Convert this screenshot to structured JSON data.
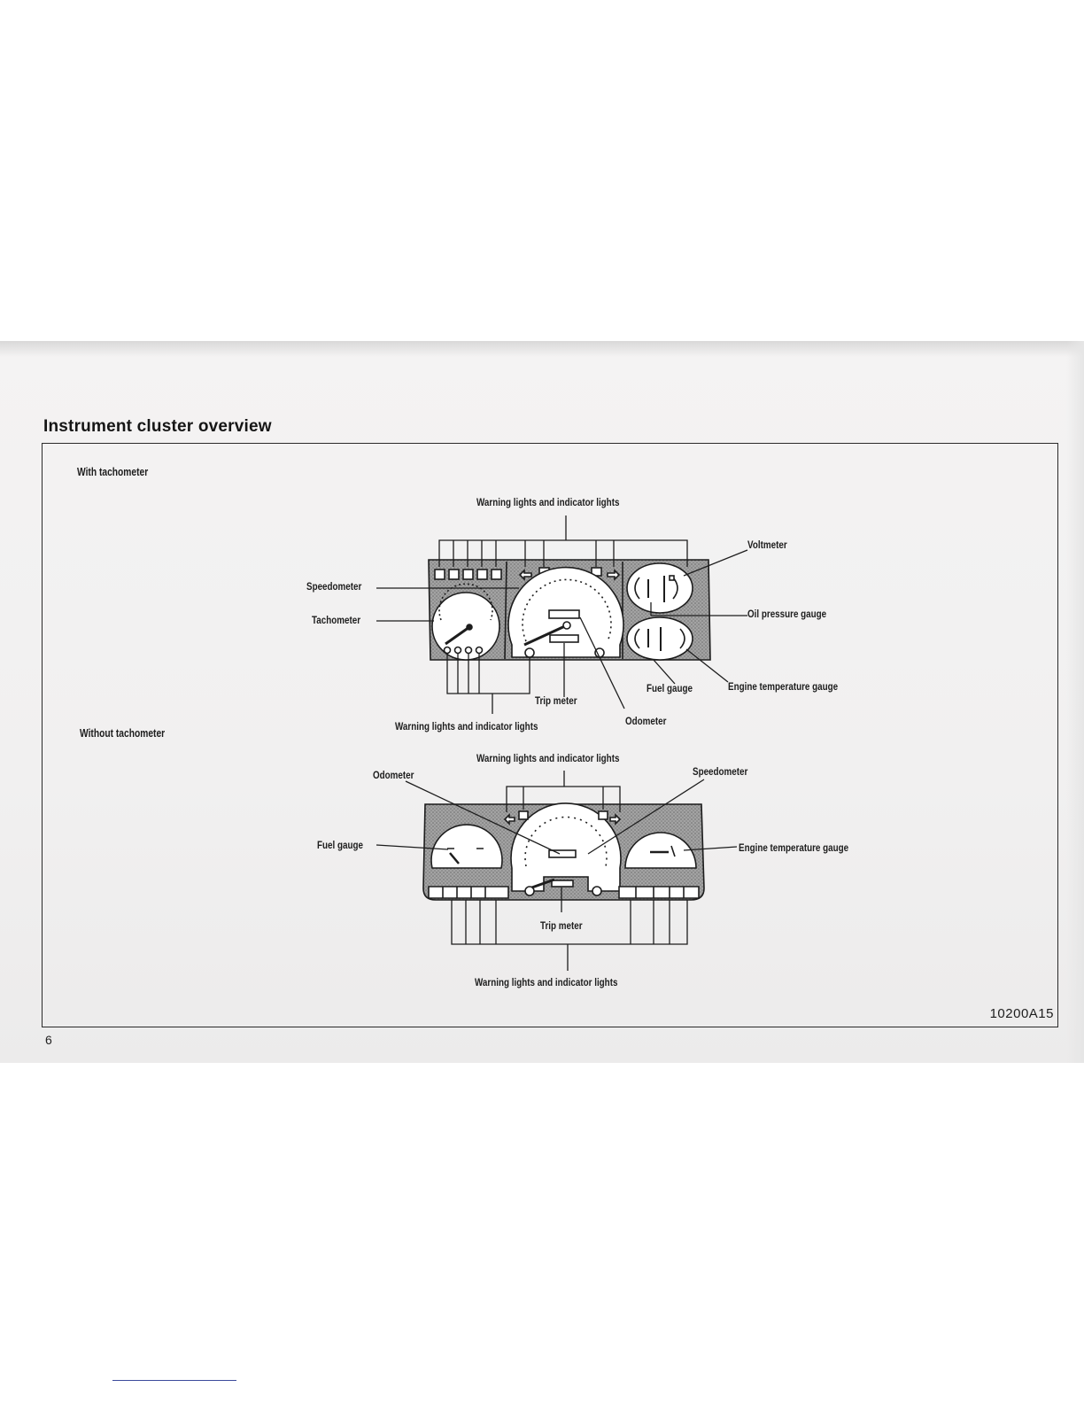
{
  "document": {
    "title": "Instrument cluster overview",
    "page_number": "6",
    "figure_code": "10200A15"
  },
  "diagram_top": {
    "section_label": "With tachometer",
    "labels": {
      "warning_lights_top": "Warning lights and indicator lights",
      "speedometer": "Speedometer",
      "tachometer": "Tachometer",
      "voltmeter": "Voltmeter",
      "oil_pressure": "Oil pressure gauge",
      "fuel_gauge": "Fuel gauge",
      "engine_temp": "Engine temperature gauge",
      "trip_meter": "Trip meter",
      "odometer": "Odometer",
      "warning_lights_bottom": "Warning lights and indicator lights"
    }
  },
  "diagram_bottom": {
    "section_label": "Without tachometer",
    "labels": {
      "warning_lights_top": "Warning lights and indicator lights",
      "odometer": "Odometer",
      "speedometer": "Speedometer",
      "fuel_gauge": "Fuel gauge",
      "engine_temp": "Engine temperature gauge",
      "trip_meter": "Trip meter",
      "warning_lights_bottom": "Warning lights and indicator lights"
    }
  },
  "colors": {
    "ink": "#1d1d1d",
    "panel_fill": "#9a9a9a",
    "gauge_face": "#ffffff"
  }
}
